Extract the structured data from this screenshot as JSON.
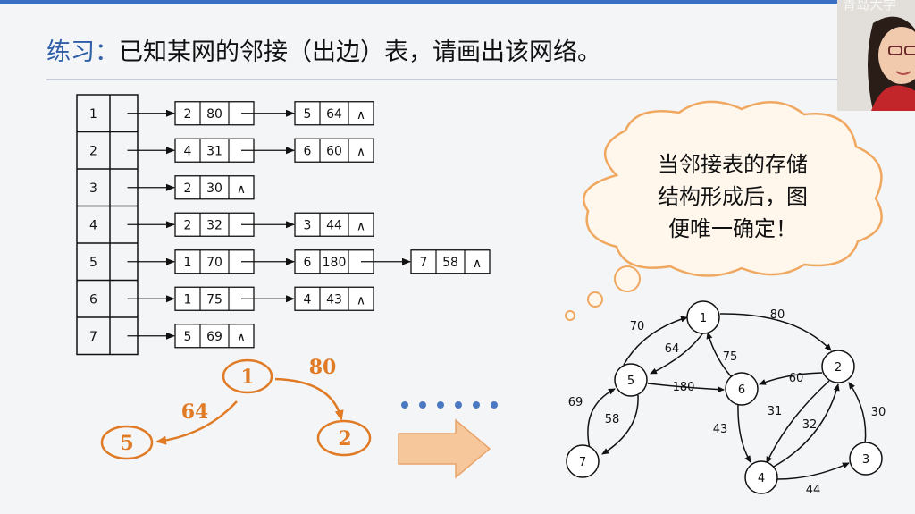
{
  "slide": {
    "title_prefix": "练习：",
    "title_text": "已知某网的邻接（出边）表，请画出该网络。",
    "cam_caption": "青岛大学"
  },
  "adjacency_list": [
    {
      "vertex": "1",
      "edges": [
        {
          "to": "2",
          "w": "80"
        },
        {
          "to": "5",
          "w": "64"
        }
      ]
    },
    {
      "vertex": "2",
      "edges": [
        {
          "to": "4",
          "w": "31"
        },
        {
          "to": "6",
          "w": "60"
        }
      ]
    },
    {
      "vertex": "3",
      "edges": [
        {
          "to": "2",
          "w": "30"
        }
      ]
    },
    {
      "vertex": "4",
      "edges": [
        {
          "to": "2",
          "w": "32"
        },
        {
          "to": "3",
          "w": "44"
        }
      ]
    },
    {
      "vertex": "5",
      "edges": [
        {
          "to": "1",
          "w": "70"
        },
        {
          "to": "6",
          "w": "180"
        },
        {
          "to": "7",
          "w": "58"
        }
      ]
    },
    {
      "vertex": "6",
      "edges": [
        {
          "to": "1",
          "w": "75"
        },
        {
          "to": "4",
          "w": "43"
        }
      ]
    },
    {
      "vertex": "7",
      "edges": [
        {
          "to": "5",
          "w": "69"
        }
      ]
    }
  ],
  "null_symbol": "∧",
  "sketch": {
    "nodes": [
      "1",
      "5",
      "2"
    ],
    "weights": [
      "64",
      "80"
    ]
  },
  "cloud": {
    "lines": [
      "当邻接表的存储",
      "结构形成后，图",
      "便唯一确定！"
    ]
  },
  "graph": {
    "nodes": [
      "1",
      "2",
      "3",
      "4",
      "5",
      "6",
      "7"
    ],
    "weights": [
      "70",
      "80",
      "64",
      "75",
      "60",
      "180",
      "69",
      "58",
      "31",
      "32",
      "30",
      "43",
      "44"
    ]
  },
  "colors": {
    "accent": "#2f5fa8",
    "orange": "#e07a24",
    "dots": "#4a78c2",
    "arrow_fill": "#f6c79a"
  }
}
